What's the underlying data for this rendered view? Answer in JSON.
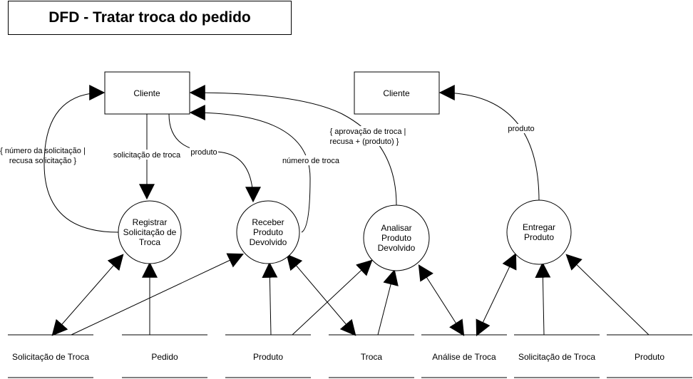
{
  "title": "DFD - Tratar troca do pedido",
  "entities": [
    {
      "id": "cliente1",
      "label": "Cliente"
    },
    {
      "id": "cliente2",
      "label": "Cliente"
    }
  ],
  "processes": [
    {
      "id": "p1",
      "lines": [
        "Registrar",
        "Solicitação de",
        "Troca"
      ]
    },
    {
      "id": "p2",
      "lines": [
        "Receber",
        "Produto",
        "Devolvido"
      ]
    },
    {
      "id": "p3",
      "lines": [
        "Analisar",
        "Produto",
        "Devolvido"
      ]
    },
    {
      "id": "p4",
      "lines": [
        "Entregar",
        "Produto"
      ]
    }
  ],
  "stores": [
    {
      "id": "s1",
      "label": "Solicitação de Troca"
    },
    {
      "id": "s2",
      "label": "Pedido"
    },
    {
      "id": "s3",
      "label": "Produto"
    },
    {
      "id": "s4",
      "label": "Troca"
    },
    {
      "id": "s5",
      "label": "Análise de Troca"
    },
    {
      "id": "s6",
      "label": "Solicitação de Troca"
    },
    {
      "id": "s7",
      "label": "Produto"
    }
  ],
  "flows": {
    "numero_solicitacao": [
      "{ número da solicitação |",
      "recusa solicitação }"
    ],
    "solicitacao_troca": "solicitação de troca",
    "produto": "produto",
    "numero_troca": "número de troca",
    "aprovacao": [
      "{ aprovação de troca |",
      "recusa + (produto) }"
    ],
    "produto_entrega": "produto"
  }
}
